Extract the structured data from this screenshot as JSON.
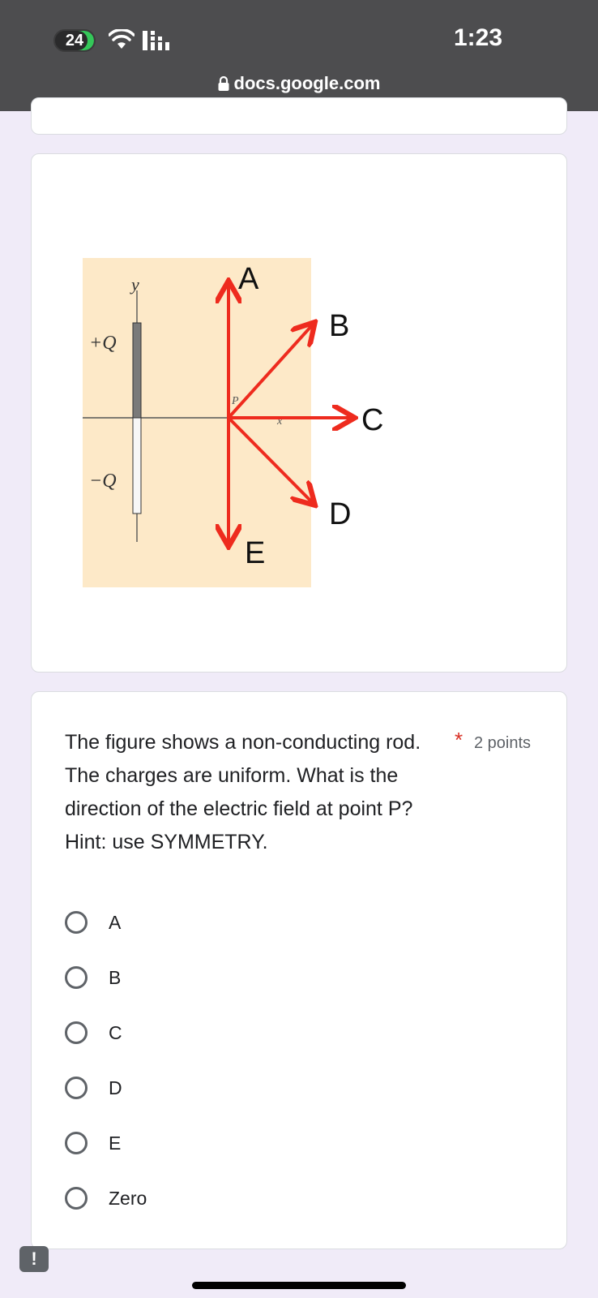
{
  "status_bar": {
    "battery": "24",
    "time": "1:23"
  },
  "browser": {
    "url": "docs.google.com"
  },
  "figure": {
    "axis_y": "y",
    "axis_x": "x",
    "charge_pos": "+Q",
    "charge_neg": "−Q",
    "point": "P",
    "arrows": [
      "A",
      "B",
      "C",
      "D",
      "E"
    ],
    "colors": {
      "arrow": "#ee2b1e",
      "background": "#fde9c8"
    }
  },
  "question": {
    "text": "The figure shows a non-conducting rod. The charges are uniform. What is the direction of the electric field at point P? Hint: use SYMMETRY.",
    "required_mark": "*",
    "points": "2 points",
    "options": [
      "A",
      "B",
      "C",
      "D",
      "E",
      "Zero"
    ]
  },
  "report_icon": "!"
}
